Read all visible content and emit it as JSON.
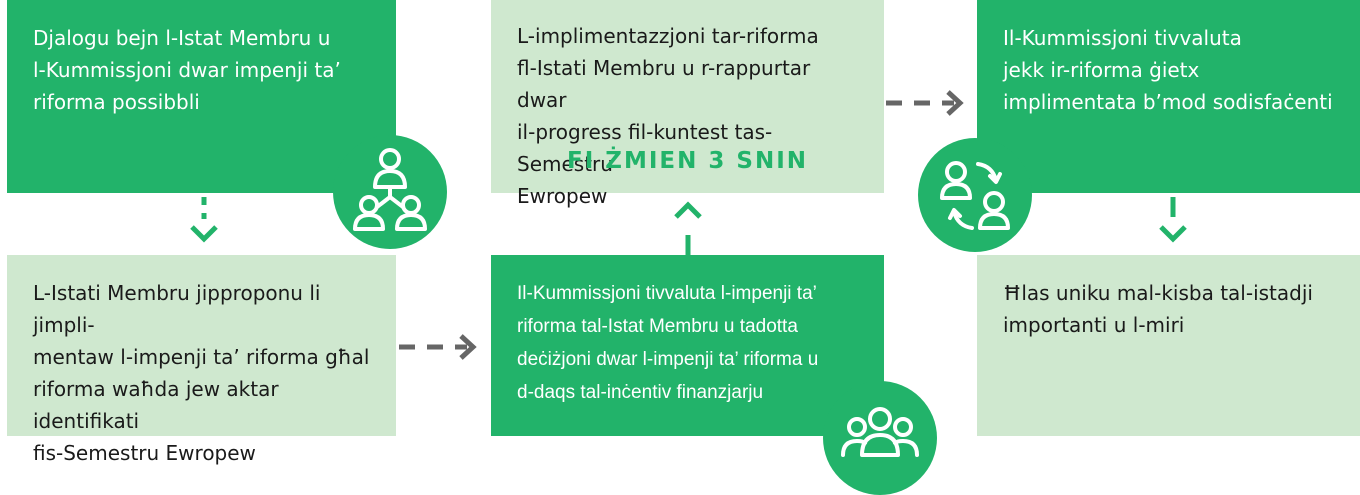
{
  "steps": {
    "dialogue": {
      "text": "Djalogu bejn l-Istat Membru u\nl-Kummissjoni dwar impenji ta’\nriforma possibbli",
      "icon": "people-network-icon"
    },
    "proposal": {
      "text": "L-Istati Membru jipproponu li jimpli-\nmentaw l-impenji ta’ riforma għal\nriforma waħda jew aktar identifikati\nfis-Semestru Ewropew"
    },
    "assessment": {
      "text": "Il-Kummissjoni tivvaluta l-impenji ta’\nriforma tal-Istat Membru u tadotta\ndeċiżjoni dwar l-impenji ta’ riforma u\nd-daqs tal-inċentiv finanzjarju",
      "icon": "group-icon"
    },
    "implementation": {
      "text": "L-implimentazzjoni tar-riforma\nfl-Istati Membru u r-rappurtar dwar\nil-progress fil-kuntest tas-Semestru\nEwropew",
      "highlight": "FI ŻMIEN 3 SNIN"
    },
    "evaluation": {
      "text": "Il-Kummissjoni tivvaluta\njekk ir-riforma ġietx\nimplimentata b’mod sodisfaċenti",
      "icon": "exchange-people-icon"
    },
    "payment": {
      "text": "Ħlas uniku mal-kisba tal-istadji\nimportanti u l-miri"
    }
  },
  "colors": {
    "primary": "#22b36a",
    "light": "#cfe8cf",
    "arrow_dashed": "#666666"
  }
}
